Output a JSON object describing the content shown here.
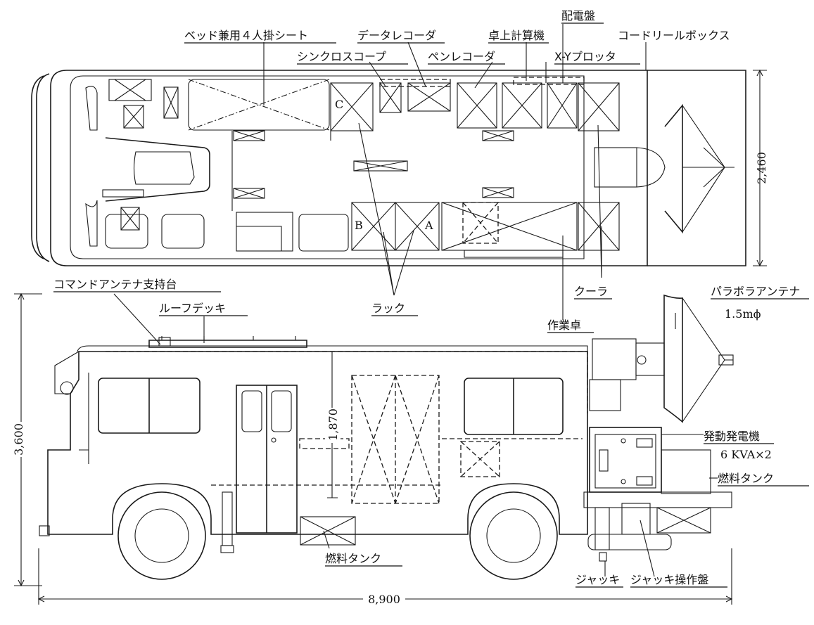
{
  "labels": {
    "bed_seat": "ベッド兼用４人掛シート",
    "data_recorder": "データレコーダ",
    "switchboard": "配電盤",
    "desk_calc": "卓上計算機",
    "cord_reel": "コードリールボックス",
    "synchroscope": "シンクロスコープ",
    "pen_recorder": "ペンレコーダ",
    "xy_plotter": "X-Yプロッタ",
    "cmd_antenna_mount": "コマンドアンテナ支持台",
    "roof_deck": "ルーフデッキ",
    "rack": "ラック",
    "cooler": "クーラ",
    "workbench": "作業卓",
    "parabola_antenna": "パラボラアンテナ",
    "parabola_size": "1.5mϕ",
    "generator": "発動発電機",
    "generator_spec": "6 KVA×2",
    "fuel_tank_right": "燃料タンク",
    "fuel_tank_bottom": "燃料タンク",
    "jack": "ジャッキ",
    "jack_panel": "ジャッキ操作盤",
    "rack_a": "A",
    "rack_b": "B",
    "rack_c": "C"
  },
  "dimensions": {
    "width": "2,460",
    "height": "3,600",
    "interior_height": "1,870",
    "length": "8,900"
  }
}
